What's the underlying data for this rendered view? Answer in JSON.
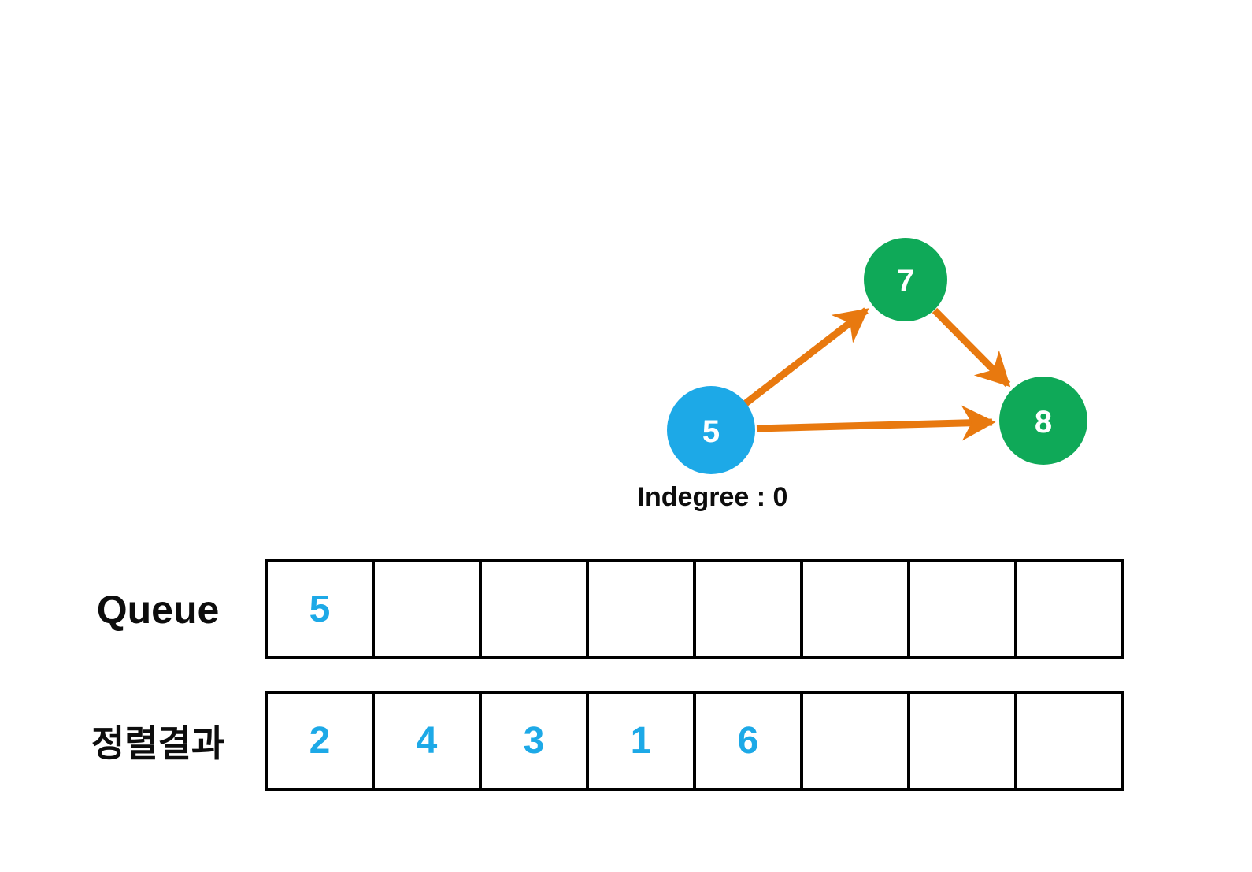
{
  "graph": {
    "nodes": [
      {
        "id": "5",
        "label": "5",
        "color": "#1da9e7",
        "note": "current node, indegree 0"
      },
      {
        "id": "7",
        "label": "7",
        "color": "#0fa958"
      },
      {
        "id": "8",
        "label": "8",
        "color": "#0fa958"
      }
    ],
    "edges": [
      {
        "from": "5",
        "to": "7"
      },
      {
        "from": "7",
        "to": "8"
      },
      {
        "from": "5",
        "to": "8"
      }
    ],
    "indegree_text": "Indegree : 0"
  },
  "queue": {
    "label": "Queue",
    "cells": [
      "5",
      "",
      "",
      "",
      "",
      "",
      "",
      ""
    ]
  },
  "result": {
    "label": "정렬결과",
    "cells": [
      "2",
      "4",
      "3",
      "1",
      "6",
      "",
      "",
      ""
    ]
  },
  "colors": {
    "node_blue": "#1da9e7",
    "node_green": "#0fa958",
    "arrow_orange": "#e8790f",
    "cell_number_blue": "#1da9e7",
    "border_black": "#000000",
    "text_black": "#0d0d0d",
    "background": "#ffffff"
  }
}
